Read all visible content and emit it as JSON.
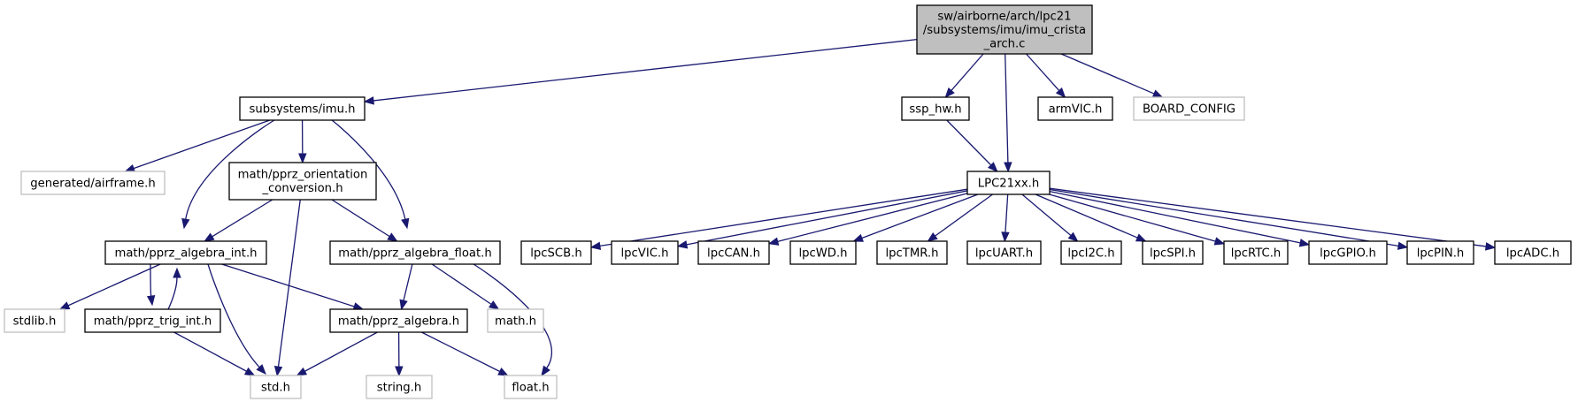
{
  "colors": {
    "edge": "#191970",
    "root_fill": "#bfbfbf",
    "node_border": "#000000",
    "external_border": "#bfbfbf"
  },
  "nodes": {
    "root": {
      "lines": [
        "sw/airborne/arch/lpc21",
        "/subsystems/imu/imu_crista",
        "_arch.c"
      ],
      "style": "root"
    },
    "imu": {
      "lines": [
        "subsystems/imu.h"
      ],
      "style": "normal"
    },
    "ssp": {
      "lines": [
        "ssp_hw.h"
      ],
      "style": "normal"
    },
    "armvic": {
      "lines": [
        "armVIC.h"
      ],
      "style": "normal"
    },
    "board": {
      "lines": [
        "BOARD_CONFIG"
      ],
      "style": "grey"
    },
    "airframe": {
      "lines": [
        "generated/airframe.h"
      ],
      "style": "grey"
    },
    "orient": {
      "lines": [
        "math/pprz_orientation",
        "_conversion.h"
      ],
      "style": "normal"
    },
    "lpc21xx": {
      "lines": [
        "LPC21xx.h"
      ],
      "style": "normal"
    },
    "algint": {
      "lines": [
        "math/pprz_algebra_int.h"
      ],
      "style": "normal"
    },
    "algflt": {
      "lines": [
        "math/pprz_algebra_float.h"
      ],
      "style": "normal"
    },
    "stdlib": {
      "lines": [
        "stdlib.h"
      ],
      "style": "grey"
    },
    "trig": {
      "lines": [
        "math/pprz_trig_int.h"
      ],
      "style": "normal"
    },
    "alg": {
      "lines": [
        "math/pprz_algebra.h"
      ],
      "style": "normal"
    },
    "mathh": {
      "lines": [
        "math.h"
      ],
      "style": "grey"
    },
    "std": {
      "lines": [
        "std.h"
      ],
      "style": "grey"
    },
    "string": {
      "lines": [
        "string.h"
      ],
      "style": "grey"
    },
    "float": {
      "lines": [
        "float.h"
      ],
      "style": "grey"
    },
    "lpcscb": {
      "lines": [
        "lpcSCB.h"
      ],
      "style": "normal"
    },
    "lpcvic": {
      "lines": [
        "lpcVIC.h"
      ],
      "style": "normal"
    },
    "lpccan": {
      "lines": [
        "lpcCAN.h"
      ],
      "style": "normal"
    },
    "lpcwd": {
      "lines": [
        "lpcWD.h"
      ],
      "style": "normal"
    },
    "lpctmr": {
      "lines": [
        "lpcTMR.h"
      ],
      "style": "normal"
    },
    "lpcuart": {
      "lines": [
        "lpcUART.h"
      ],
      "style": "normal"
    },
    "lpci2c": {
      "lines": [
        "lpcI2C.h"
      ],
      "style": "normal"
    },
    "lpcspi": {
      "lines": [
        "lpcSPI.h"
      ],
      "style": "normal"
    },
    "lpcrtc": {
      "lines": [
        "lpcRTC.h"
      ],
      "style": "normal"
    },
    "lpcgpio": {
      "lines": [
        "lpcGPIO.h"
      ],
      "style": "normal"
    },
    "lpcpin": {
      "lines": [
        "lpcPIN.h"
      ],
      "style": "normal"
    },
    "lpcadc": {
      "lines": [
        "lpcADC.h"
      ],
      "style": "normal"
    }
  },
  "edges": [
    [
      "root",
      "imu"
    ],
    [
      "root",
      "ssp"
    ],
    [
      "root",
      "lpc21xx"
    ],
    [
      "root",
      "armvic"
    ],
    [
      "root",
      "board"
    ],
    [
      "ssp",
      "lpc21xx"
    ],
    [
      "imu",
      "airframe"
    ],
    [
      "imu",
      "orient"
    ],
    [
      "imu",
      "algint"
    ],
    [
      "imu",
      "algflt"
    ],
    [
      "orient",
      "algint"
    ],
    [
      "orient",
      "algflt"
    ],
    [
      "orient",
      "std"
    ],
    [
      "algint",
      "stdlib"
    ],
    [
      "algint",
      "trig"
    ],
    [
      "algint",
      "std"
    ],
    [
      "algint",
      "alg"
    ],
    [
      "trig",
      "algint"
    ],
    [
      "trig",
      "std"
    ],
    [
      "algflt",
      "alg"
    ],
    [
      "algflt",
      "mathh"
    ],
    [
      "algflt",
      "float"
    ],
    [
      "alg",
      "std"
    ],
    [
      "alg",
      "string"
    ],
    [
      "alg",
      "float"
    ],
    [
      "lpc21xx",
      "lpcscb"
    ],
    [
      "lpc21xx",
      "lpcvic"
    ],
    [
      "lpc21xx",
      "lpccan"
    ],
    [
      "lpc21xx",
      "lpcwd"
    ],
    [
      "lpc21xx",
      "lpctmr"
    ],
    [
      "lpc21xx",
      "lpcuart"
    ],
    [
      "lpc21xx",
      "lpci2c"
    ],
    [
      "lpc21xx",
      "lpcspi"
    ],
    [
      "lpc21xx",
      "lpcrtc"
    ],
    [
      "lpc21xx",
      "lpcgpio"
    ],
    [
      "lpc21xx",
      "lpcpin"
    ],
    [
      "lpc21xx",
      "lpcadc"
    ]
  ]
}
